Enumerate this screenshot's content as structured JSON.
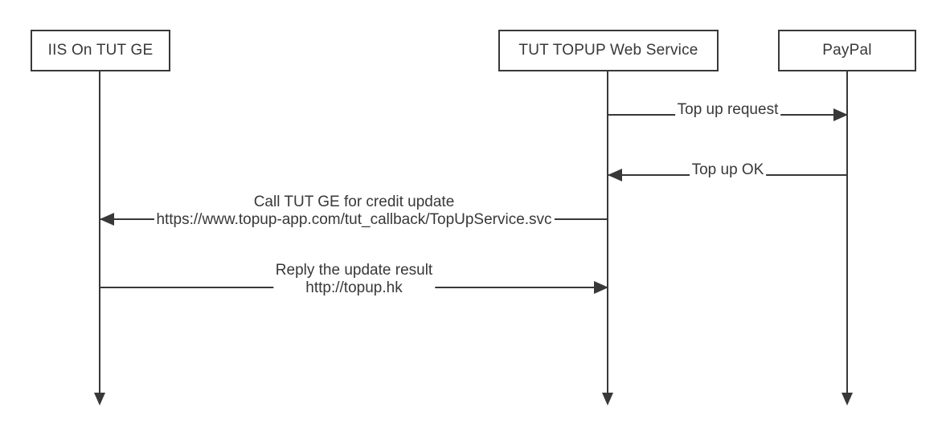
{
  "diagram": {
    "kind": "sequence-diagram",
    "colors": {
      "line": "#383838",
      "text": "#383838",
      "background": "#ffffff"
    },
    "actors": [
      {
        "label": "IIS On TUT GE"
      },
      {
        "label": "TUT TOPUP Web Service"
      },
      {
        "label": "PayPal"
      }
    ],
    "messages": [
      {
        "from": "TUT TOPUP Web Service",
        "to": "PayPal",
        "direction": "right",
        "label": "Top up request"
      },
      {
        "from": "PayPal",
        "to": "TUT TOPUP Web Service",
        "direction": "left",
        "label": "Top up OK"
      },
      {
        "from": "TUT TOPUP Web Service",
        "to": "IIS On TUT GE",
        "direction": "left",
        "label": "Call TUT GE for credit update",
        "sublabel": "https://www.topup-app.com/tut_callback/TopUpService.svc"
      },
      {
        "from": "IIS On TUT GE",
        "to": "TUT TOPUP Web Service",
        "direction": "right",
        "label": "Reply the update result",
        "sublabel": "http://topup.hk"
      }
    ]
  }
}
